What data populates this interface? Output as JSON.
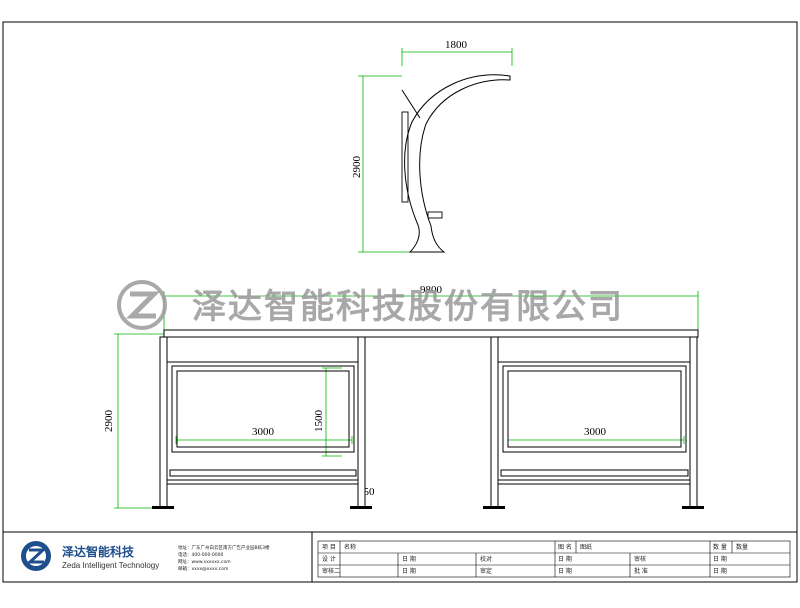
{
  "side_view": {
    "width_dim": "1800",
    "height_dim": "2900"
  },
  "front_view": {
    "total_width_dim": "9800",
    "height_dim": "2900",
    "panel_height_dim": "1500",
    "left_panel_width_dim": "3000",
    "right_panel_width_dim": "3000",
    "base_dim": "150"
  },
  "watermark": {
    "company": "泽达智能科技股份有限公司"
  },
  "title_block": {
    "logo_cn": "泽达智能科技",
    "logo_en": "Zeda Intelligent Technology",
    "contact_lines": [
      "地址：广东广州白云区南方广告产业园B栋3楼",
      "电话：400-000-0000",
      "网址：www.xxxxxx.com",
      "邮箱：xxxx@xxxx.com"
    ],
    "row1": [
      "项 目",
      "名称",
      "图 名",
      "图纸",
      "数 量",
      "数量"
    ],
    "row2": [
      "设 计",
      "日 期",
      "校对",
      "日 期",
      "审核",
      "日 期"
    ],
    "row3": [
      "审核二",
      "日 期",
      "审定",
      "日 期",
      "批 准",
      "日 期"
    ]
  },
  "colors": {
    "dimension": "#00b400",
    "line": "#000000",
    "watermark": "#9a9a9a"
  }
}
